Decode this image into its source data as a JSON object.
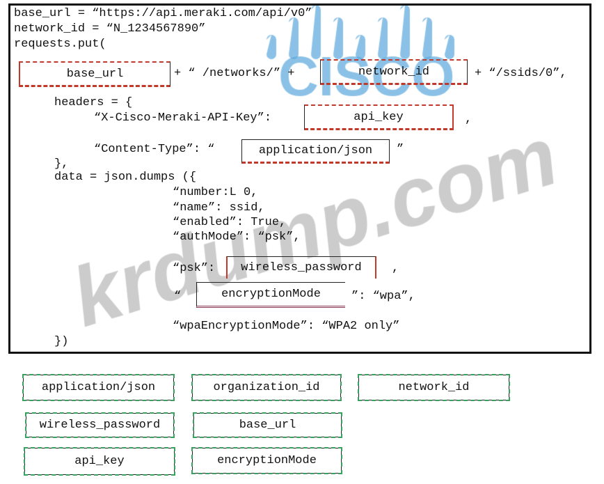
{
  "code": {
    "line1": "base_url = “https://api.meraki.com/api/v0”",
    "line2": "network_id = “N_1234567890”",
    "line3": "requests.put(",
    "url_part1": "+ “ /networks/” +",
    "url_part2": "+ “/ssids/0”,",
    "headers_open": "headers = {",
    "api_key_label": "“X-Cisco-Meraki-API-Key”:",
    "api_key_comma": ",",
    "content_type_label": "“Content-Type”: “",
    "content_type_close": "”",
    "headers_close": "},",
    "data_open": "data = json.dumps ({",
    "number": "“number:L 0,",
    "name": "“name”: ssid,",
    "enabled": "“enabled”: True,",
    "authmode": "“authMode”: “psk”,",
    "psk_label": "“psk”:",
    "psk_comma": ",",
    "enc_open": "“",
    "enc_close": "”: “wpa”,",
    "wpa_mode": "“wpaEncryptionMode”: “WPA2 only”",
    "close": "})"
  },
  "drop_zones": {
    "base_url": "base_url",
    "network_id": "network_id",
    "api_key": "api_key",
    "content_type": "application/json",
    "psk": "wireless_password",
    "encryption": "encryptionMode"
  },
  "options": [
    "application/json",
    "organization_id",
    "network_id",
    "wireless_password",
    "base_url",
    "api_key",
    "encryptionMode"
  ],
  "watermarks": {
    "logo": "CISCO",
    "site": "krdump.com"
  },
  "colors": {
    "drop_border": "#c0392b",
    "option_border": "#3aa060",
    "logo": "#5aa6dc"
  }
}
